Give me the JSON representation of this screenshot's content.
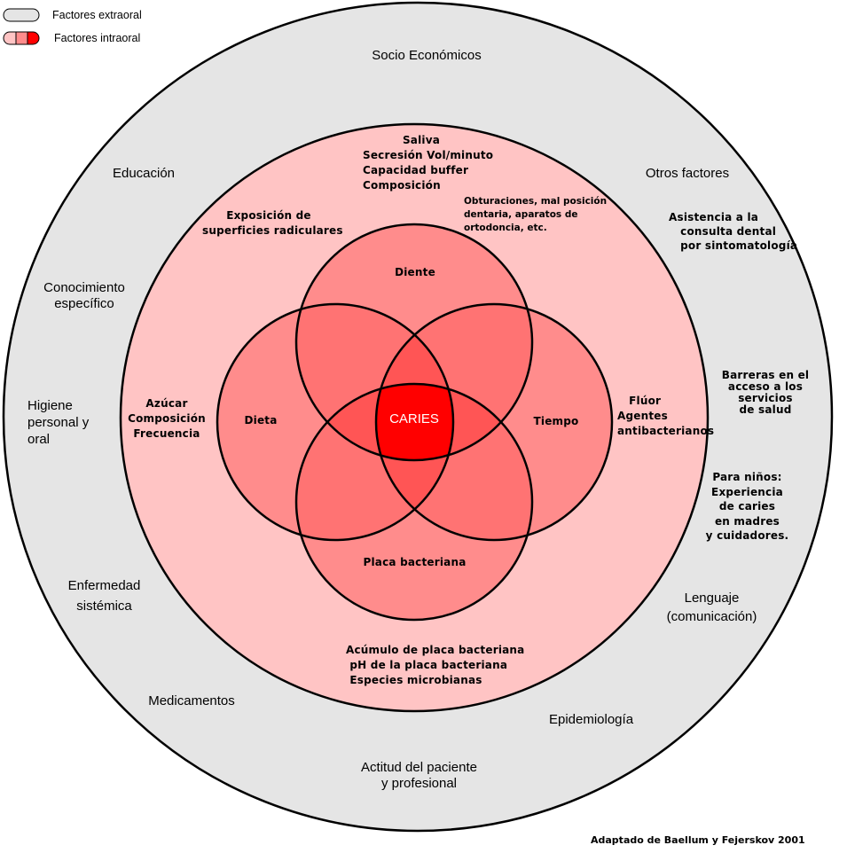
{
  "legend": {
    "extraoral": {
      "label": "Factores extraoral",
      "color": "#E5E5E5"
    },
    "intraoral": {
      "label": "Factores intraoral",
      "colors": [
        "#FFC4C4",
        "#FF8C8C",
        "#FF0000"
      ]
    }
  },
  "colors": {
    "outer_ring": "#E5E5E5",
    "inner_ring": "#FFC4C4",
    "circle": "#FF8C8C",
    "overlap2": "#FF7373",
    "overlap3": "#FF5555",
    "center": "#FF0000",
    "stroke": "#000000"
  },
  "outer_ring_labels": {
    "socio": "Socio Económicos",
    "educacion": "Educación",
    "otros": "Otros factores",
    "asistencia": "Asistencia a la\n   consulta dental\n   por sintomatología",
    "conocimiento": "Conocimiento\nespecífico",
    "higiene": "Higiene\npersonal y\noral",
    "barreras": "Barreras en el\nacceso a los\nservicios\nde salud",
    "ninos": "Para niños:\nExperiencia\nde caries\nen madres\ny cuidadores.",
    "enfermedad": "Enfermedad\nsistémica",
    "lenguaje": "Lenguaje\n(comunicación)",
    "medicamentos": "Medicamentos",
    "epidemiologia": "Epidemiología",
    "actitud": "Actitud del paciente\ny profesional"
  },
  "inner_ring_labels": {
    "saliva_title": "Saliva",
    "saliva_items": "Secresión Vol/minuto\nCapacidad buffer\nComposición",
    "obturaciones": "Obturaciones, mal posición\ndentaria, aparatos de\nortodoncia, etc.",
    "exposicion": "Exposición de\nsuperficies radiculares",
    "azucar": "Azúcar\nComposición\nFrecuencia",
    "fluor": "   Flúor\nAgentes\nantibacterianos",
    "acumulo": "Acúmulo de placa bacteriana\n pH de la placa bacteriana\n Especies microbianas"
  },
  "circles": {
    "diente": "Diente",
    "dieta": "Dieta",
    "tiempo": "Tiempo",
    "placa": "Placa bacteriana",
    "center": "CARIES"
  },
  "credit": "Adaptado de Baellum y Fejerskov 2001"
}
